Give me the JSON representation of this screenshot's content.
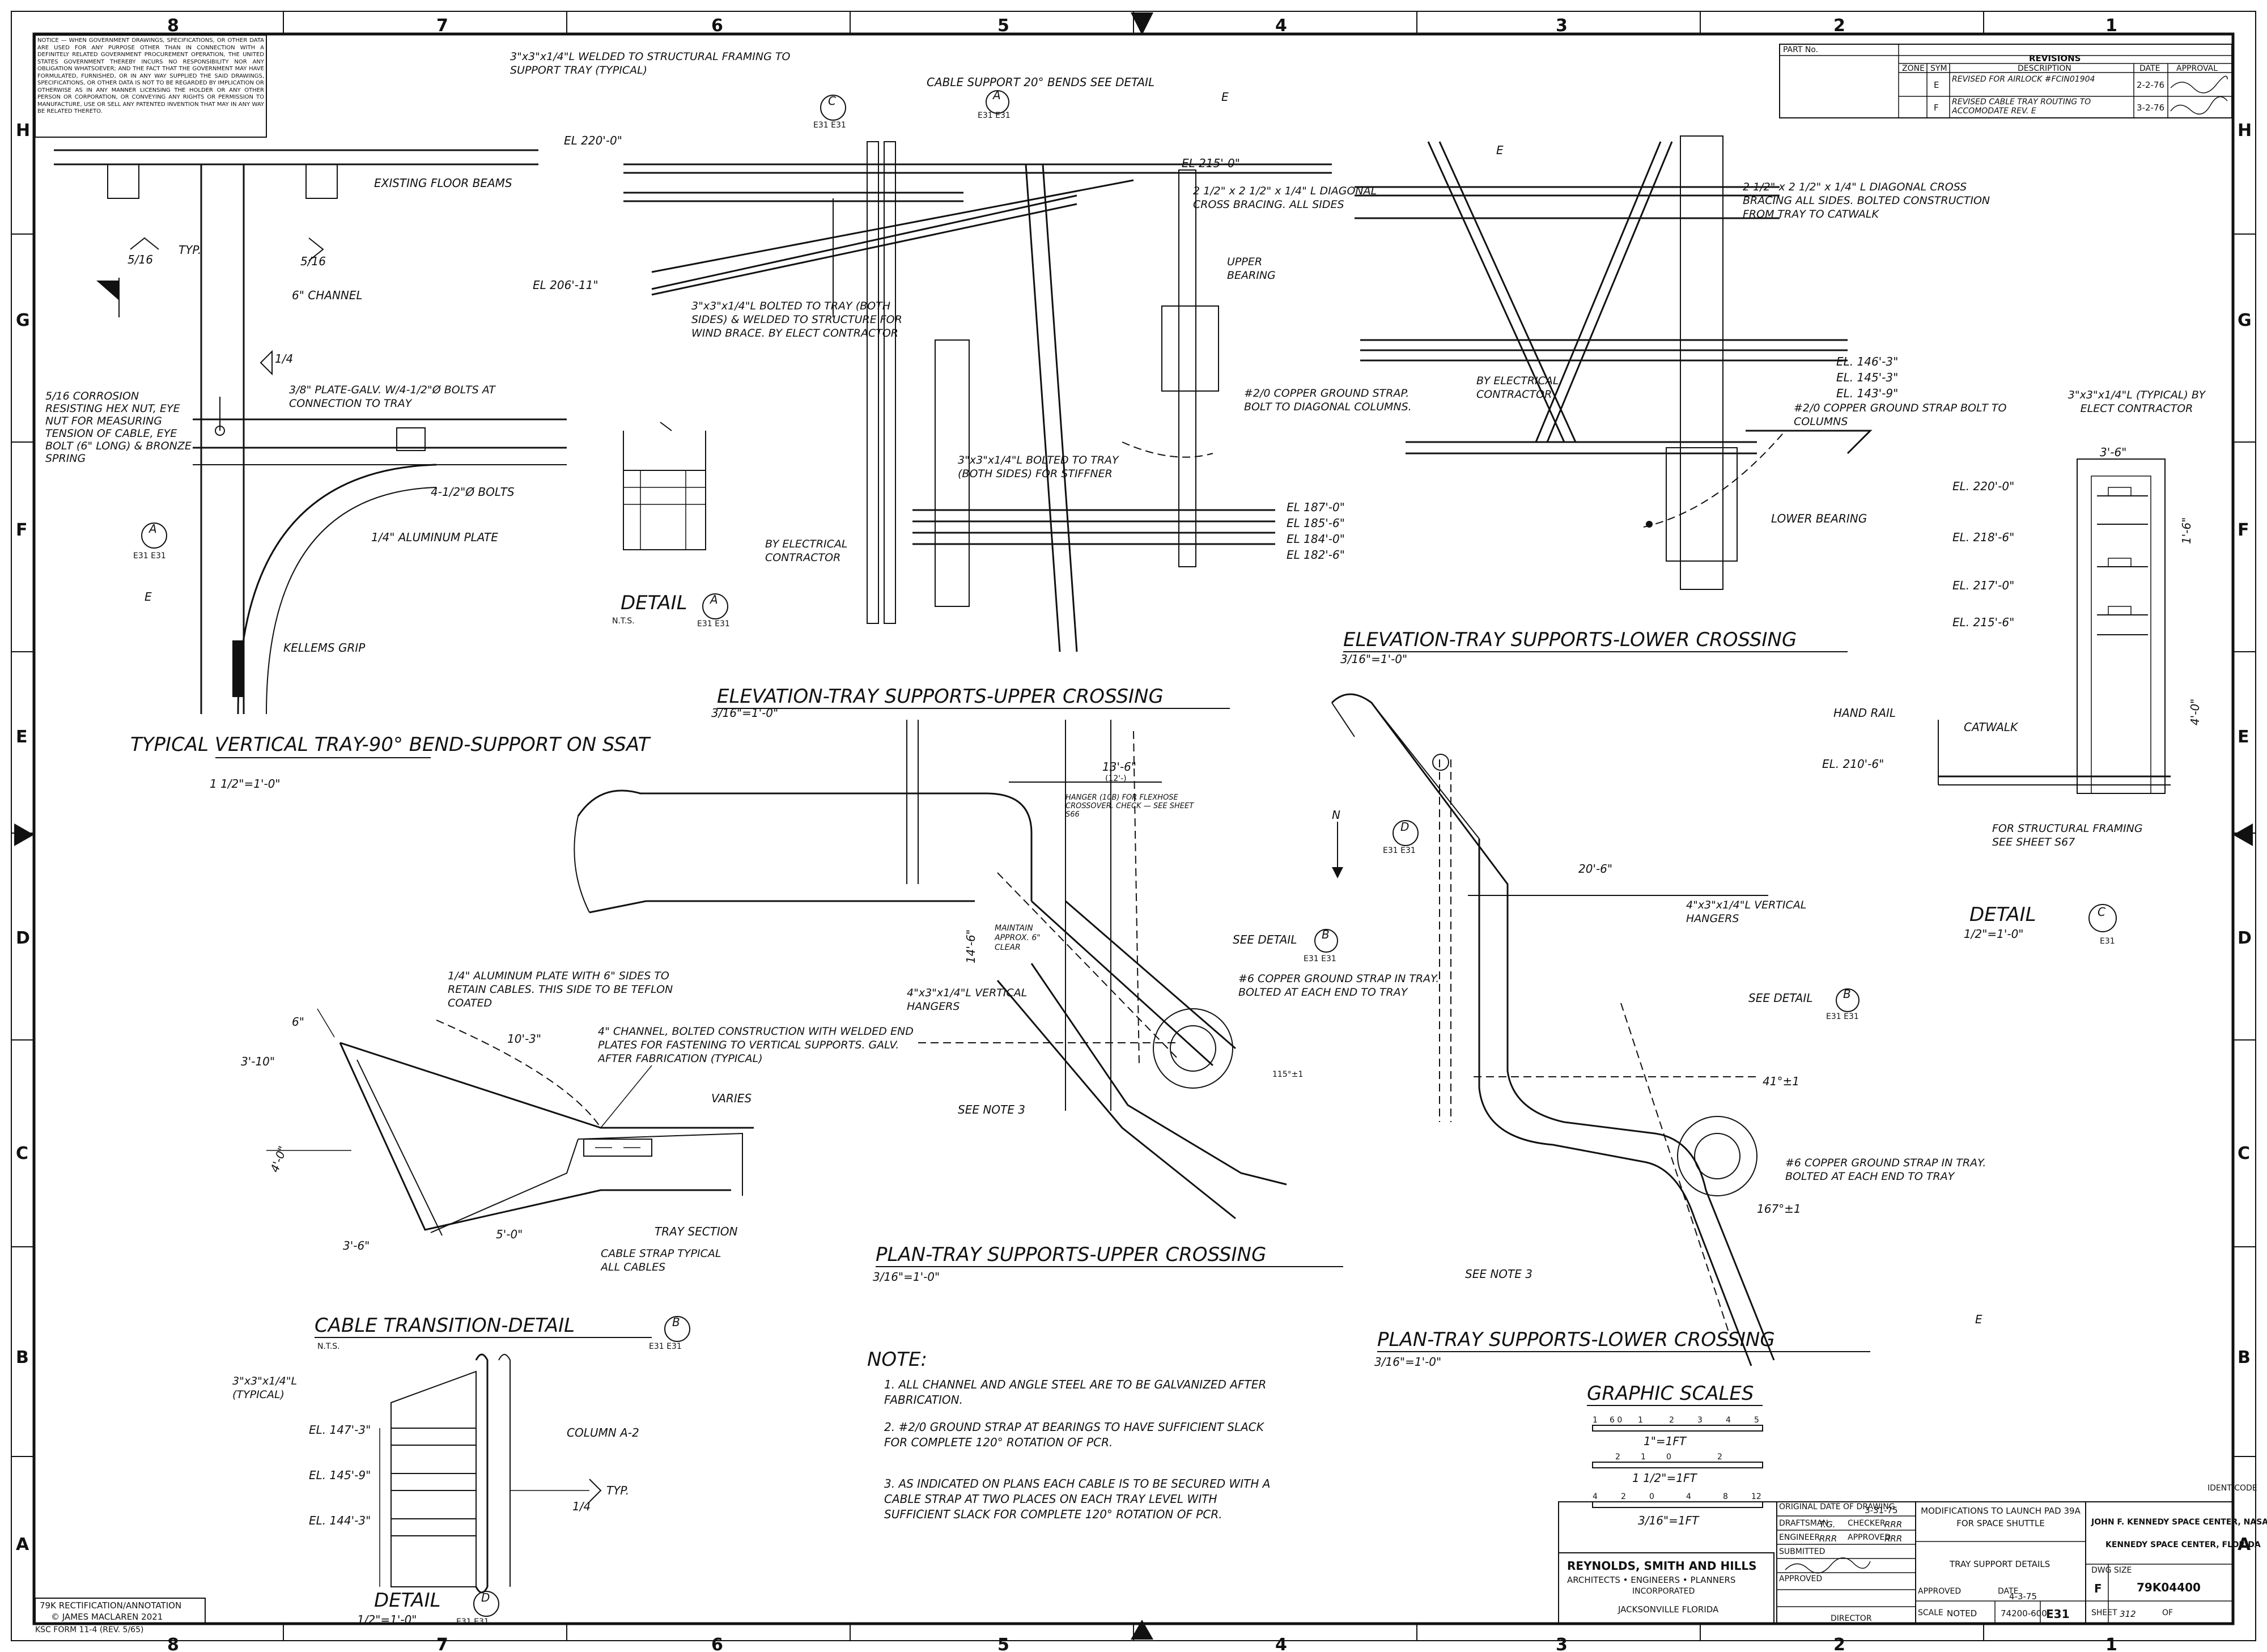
{
  "zones": {
    "columns": [
      "8",
      "7",
      "6",
      "5",
      "4",
      "3",
      "2",
      "1"
    ],
    "rows": [
      "H",
      "G",
      "F",
      "E",
      "D",
      "C",
      "B",
      "A"
    ]
  },
  "notice": "NOTICE — WHEN GOVERNMENT DRAWINGS, SPECIFICATIONS, OR OTHER DATA ARE USED FOR ANY PURPOSE OTHER THAN IN CONNECTION WITH A DEFINITELY RELATED GOVERNMENT PROCUREMENT OPERATION, THE UNITED STATES GOVERNMENT THEREBY INCURS NO RESPONSIBILITY NOR ANY OBLIGATION WHATSOEVER; AND THE FACT THAT THE GOVERNMENT MAY HAVE FORMULATED, FURNISHED, OR IN ANY WAY SUPPLIED THE SAID DRAWINGS, SPECIFICATIONS, OR OTHER DATA IS NOT TO BE REGARDED BY IMPLICATION OR OTHERWISE AS IN ANY MANNER LICENSING THE HOLDER OR ANY OTHER PERSON OR CORPORATION, OR CONVEYING ANY RIGHTS OR PERMISSION TO MANUFACTURE, USE OR SELL ANY PATENTED INVENTION THAT MAY IN ANY WAY BE RELATED THERETO.",
  "revisions": {
    "part_no_label": "PART No.",
    "header": "REVISIONS",
    "col_zone": "ZONE",
    "col_sym": "SYM",
    "col_desc": "DESCRIPTION",
    "col_date": "DATE",
    "col_approval": "APPROVAL",
    "rows": [
      {
        "sym": "E",
        "desc": "REVISED FOR AIRLOCK #FCIN01904",
        "date": "2-2-76"
      },
      {
        "sym": "F",
        "desc": "REVISED CABLE TRAY ROUTING TO ACCOMODATE REV. E",
        "date": "3-2-76"
      }
    ]
  },
  "vertical_tray": {
    "title": "TYPICAL VERTICAL TRAY-90° BEND-SUPPORT ON SSAT",
    "scale": "1 1/2\"=1'-0\"",
    "labels": {
      "existing_beams": "EXISTING FLOOR BEAMS",
      "typ": "TYP.",
      "weld1": "5/16",
      "weld2": "5/16",
      "channel": "6\" CHANNEL",
      "weld3": "1/4",
      "corrosion": "5/16 CORROSION RESISTING HEX NUT, EYE NUT FOR MEASURING TENSION OF CABLE, EYE BOLT (6\" LONG) & BRONZE SPRING",
      "plate": "3/8\" PLATE-GALV. W/4-1/2\"Ø BOLTS AT CONNECTION TO TRAY",
      "bolts": "4-1/2\"Ø BOLTS",
      "alum": "1/4\" ALUMINUM PLATE",
      "grip": "KELLEMS GRIP",
      "callout_letter": "A",
      "callout_sheet": "E31 E31",
      "rev": "E"
    }
  },
  "detail_a": {
    "title": "DETAIL",
    "letter": "A",
    "sheets": "E31 E31",
    "scale": "N.T.S."
  },
  "upper_elev": {
    "title": "ELEVATION-TRAY SUPPORTS-UPPER CROSSING",
    "scale": "3/16\"=1'-0\"",
    "labels": {
      "angle_weld": "3\"x3\"x1/4\"L WELDED TO STRUCTURAL FRAMING TO SUPPORT TRAY (TYPICAL)",
      "callout_c": "C",
      "callout_c_sheet": "E31 E31",
      "cable_support": "CABLE SUPPORT 20° BENDS SEE DETAIL",
      "cable_support_letter": "A",
      "cable_support_sheet": "E31 E31",
      "rev": "E",
      "el220": "EL 220'-0\"",
      "el215": "EL 215'-0\"",
      "el206": "EL 206'-11\"",
      "diag": "2 1/2\" x 2 1/2\" x 1/4\" L DIAGONAL CROSS BRACING. ALL SIDES",
      "upper_bearing": "UPPER BEARING",
      "bolted": "3\"x3\"x1/4\"L BOLTED TO TRAY (BOTH SIDES) & WELDED TO STRUCTURE FOR WIND BRACE. BY ELECT CONTRACTOR",
      "ground": "#2/0 COPPER GROUND STRAP. BOLT TO DIAGONAL COLUMNS.",
      "stiffener": "3\"x3\"x1/4\"L BOLTED TO TRAY (BOTH SIDES) FOR STIFFNER",
      "by_elec": "BY ELECTRICAL CONTRACTOR",
      "el187": "EL 187'-0\"",
      "el185": "EL 185'-6\"",
      "el184": "EL 184'-0\"",
      "el182": "EL 182'-6\""
    }
  },
  "lower_elev": {
    "title": "ELEVATION-TRAY SUPPORTS-LOWER CROSSING",
    "scale": "3/16\"=1'-0\"",
    "labels": {
      "rev": "E",
      "diag": "2 1/2\" x 2 1/2\" x 1/4\" L DIAGONAL CROSS BRACING ALL SIDES. BOLTED CONSTRUCTION FROM TRAY TO CATWALK",
      "el146": "EL. 146'-3\"",
      "el145": "EL. 145'-3\"",
      "el143": "EL. 143'-9\"",
      "by_elec": "BY ELECTRICAL CONTRACTOR",
      "ground": "#2/0 COPPER GROUND STRAP BOLT TO COLUMNS",
      "lower_bearing": "LOWER BEARING"
    }
  },
  "detail_c": {
    "title": "DETAIL",
    "letter": "C",
    "sheet": "E31",
    "scale": "1/2\"=1'-0\"",
    "labels": {
      "angle": "3\"x3\"x1/4\"L (TYPICAL) BY ELECT CONTRACTOR",
      "dim": "3'-6\"",
      "el220": "EL. 220'-0\"",
      "el218": "EL. 218'-6\"",
      "el217": "EL. 217'-0\"",
      "el215": "EL. 215'-6\"",
      "dim_v": "1'-6\"",
      "dim_v2": "4'-0\"",
      "hand_rail": "HAND RAIL",
      "catwalk": "CATWALK",
      "el210": "EL. 210'-6\"",
      "structural": "FOR STRUCTURAL FRAMING SEE SHEET S67"
    }
  },
  "upper_plan": {
    "title": "PLAN-TRAY SUPPORTS-UPPER CROSSING",
    "scale": "3/16\"=1'-0\"",
    "labels": {
      "dim": "13'-6\"",
      "dim_sub": "(12'-)",
      "hanger": "HANGER (10B) FOR FLEXHOSE CROSSOVER. CHECK — SEE SHEET S66",
      "maintain": "MAINTAIN APPROX. 6\" CLEAR",
      "dim_v": "14'-6\"",
      "vert_hangers": "4\"x3\"x1/4\"L VERTICAL HANGERS",
      "see_detail_b": "SEE DETAIL",
      "detail_b_letter": "B",
      "detail_b_sheet": "E31 E31",
      "ground": "#6 COPPER GROUND STRAP IN TRAY. BOLTED AT EACH END TO TRAY",
      "angle": "115°±1",
      "see_note": "SEE NOTE 3"
    }
  },
  "lower_plan": {
    "title": "PLAN-TRAY SUPPORTS-LOWER CROSSING",
    "scale": "3/16\"=1'-0\"",
    "labels": {
      "north": "N",
      "callout_d": "D",
      "callout_d_sheet": "E31 E31",
      "dim": "20'-6\"",
      "hangers": "4\"x3\"x1/4\"L VERTICAL HANGERS",
      "see_detail_b": "SEE DETAIL",
      "detail_b_letter": "B",
      "detail_b_sheet": "E31 E31",
      "angle1": "41°±1",
      "ground": "#6 COPPER GROUND STRAP IN TRAY. BOLTED AT EACH END TO TRAY",
      "angle2": "167°±1",
      "see_note": "SEE NOTE 3",
      "rev": "E"
    }
  },
  "detail_b": {
    "title": "CABLE TRANSITION-DETAIL",
    "letter": "B",
    "sheets": "E31 E31",
    "scale": "N.T.S.",
    "labels": {
      "alum": "1/4\" ALUMINUM PLATE WITH 6\" SIDES TO RETAIN CABLES. THIS SIDE TO BE TEFLON COATED",
      "channel": "4\" CHANNEL, BOLTED CONSTRUCTION WITH WELDED END PLATES FOR FASTENING TO VERTICAL SUPPORTS. GALV. AFTER FABRICATION (TYPICAL)",
      "varies": "VARIES",
      "dim1": "6\"",
      "dim2": "3'-10\"",
      "dim3": "10'-3\"",
      "dim4": "4'-0\"",
      "dim5": "3'-6\"",
      "dim6": "5'-0\"",
      "tray_section": "TRAY SECTION",
      "cable_strap": "CABLE STRAP TYPICAL ALL CABLES"
    }
  },
  "detail_d": {
    "title": "DETAIL",
    "letter": "D",
    "sheets": "E31 E31",
    "scale": "1/2\"=1'-0\"",
    "labels": {
      "angle": "3\"x3\"x1/4\"L (TYPICAL)",
      "el147": "EL. 147'-3\"",
      "el145": "EL. 145'-9\"",
      "el144": "EL. 144'-3\"",
      "column": "COLUMN A-2",
      "typ": "TYP.",
      "weld": "1/4"
    }
  },
  "notes": {
    "heading": "NOTE:",
    "items": [
      "1. ALL CHANNEL AND ANGLE STEEL ARE TO BE GALVANIZED AFTER FABRICATION.",
      "2. #2/0 GROUND STRAP AT BEARINGS TO HAVE SUFFICIENT SLACK FOR COMPLETE 120° ROTATION OF PCR.",
      "3. AS INDICATED ON PLANS EACH CABLE IS TO BE SECURED WITH A CABLE STRAP AT TWO PLACES ON EACH TRAY LEVEL WITH SUFFICIENT SLACK FOR COMPLETE 120° ROTATION OF PCR."
    ]
  },
  "graphic_scales": {
    "title": "GRAPHIC SCALES",
    "scales": [
      {
        "ticks": [
          "1",
          "6 0",
          "1",
          "2",
          "3",
          "4",
          "5"
        ],
        "caption": "1\"=1FT"
      },
      {
        "ticks": [
          "2",
          "1",
          "0",
          "2"
        ],
        "caption": "1 1/2\"=1FT"
      },
      {
        "ticks": [
          "4",
          "2",
          "0",
          "4",
          "8",
          "12"
        ],
        "caption": "3/16\"=1FT"
      }
    ]
  },
  "title_block": {
    "firm_name": "REYNOLDS, SMITH AND HILLS",
    "firm_sub": "ARCHITECTS • ENGINEERS • PLANNERS",
    "firm_inc": "INCORPORATED",
    "firm_city": "JACKSONVILLE FLORIDA",
    "original_date_label": "ORIGINAL DATE OF DRAWING",
    "original_date": "3-31-75",
    "draftsman_label": "DRAFTSMAN",
    "draftsman": "T.G.",
    "checker_label": "CHECKER",
    "checker": "RRR",
    "engineer_label": "ENGINEER",
    "engineer": "RRR",
    "approved_label": "APPROVED",
    "approved": "RRR",
    "submitted_label": "SUBMITTED",
    "approved2_label": "APPROVED",
    "director_label": "DIRECTOR",
    "project": "MODIFICATIONS TO LAUNCH PAD 39A FOR SPACE SHUTTLE",
    "drawing_title": "TRAY SUPPORT DETAILS",
    "approved3_label": "APPROVED",
    "date_label": "DATE",
    "date": "4-3-75",
    "scale_label": "SCALE",
    "scale": "NOTED",
    "job_no": "74200-600",
    "sheet_code": "E31",
    "nasa": "JOHN F. KENNEDY SPACE CENTER, NASA",
    "center": "KENNEDY SPACE CENTER, FLORIDA",
    "dwg_size_label": "DWG SIZE",
    "dwg_size": "F",
    "dwg_no": "79K04400",
    "ident_label": "IDENT CODE",
    "sheet_label": "SHEET",
    "sheet": "312",
    "of_label": "OF"
  },
  "annotation": {
    "line1": "79K RECTIFICATION/ANNOTATION",
    "line2": "© JAMES MACLAREN 2021"
  },
  "form_no": "KSC FORM 11-4 (REV. 5/65)"
}
